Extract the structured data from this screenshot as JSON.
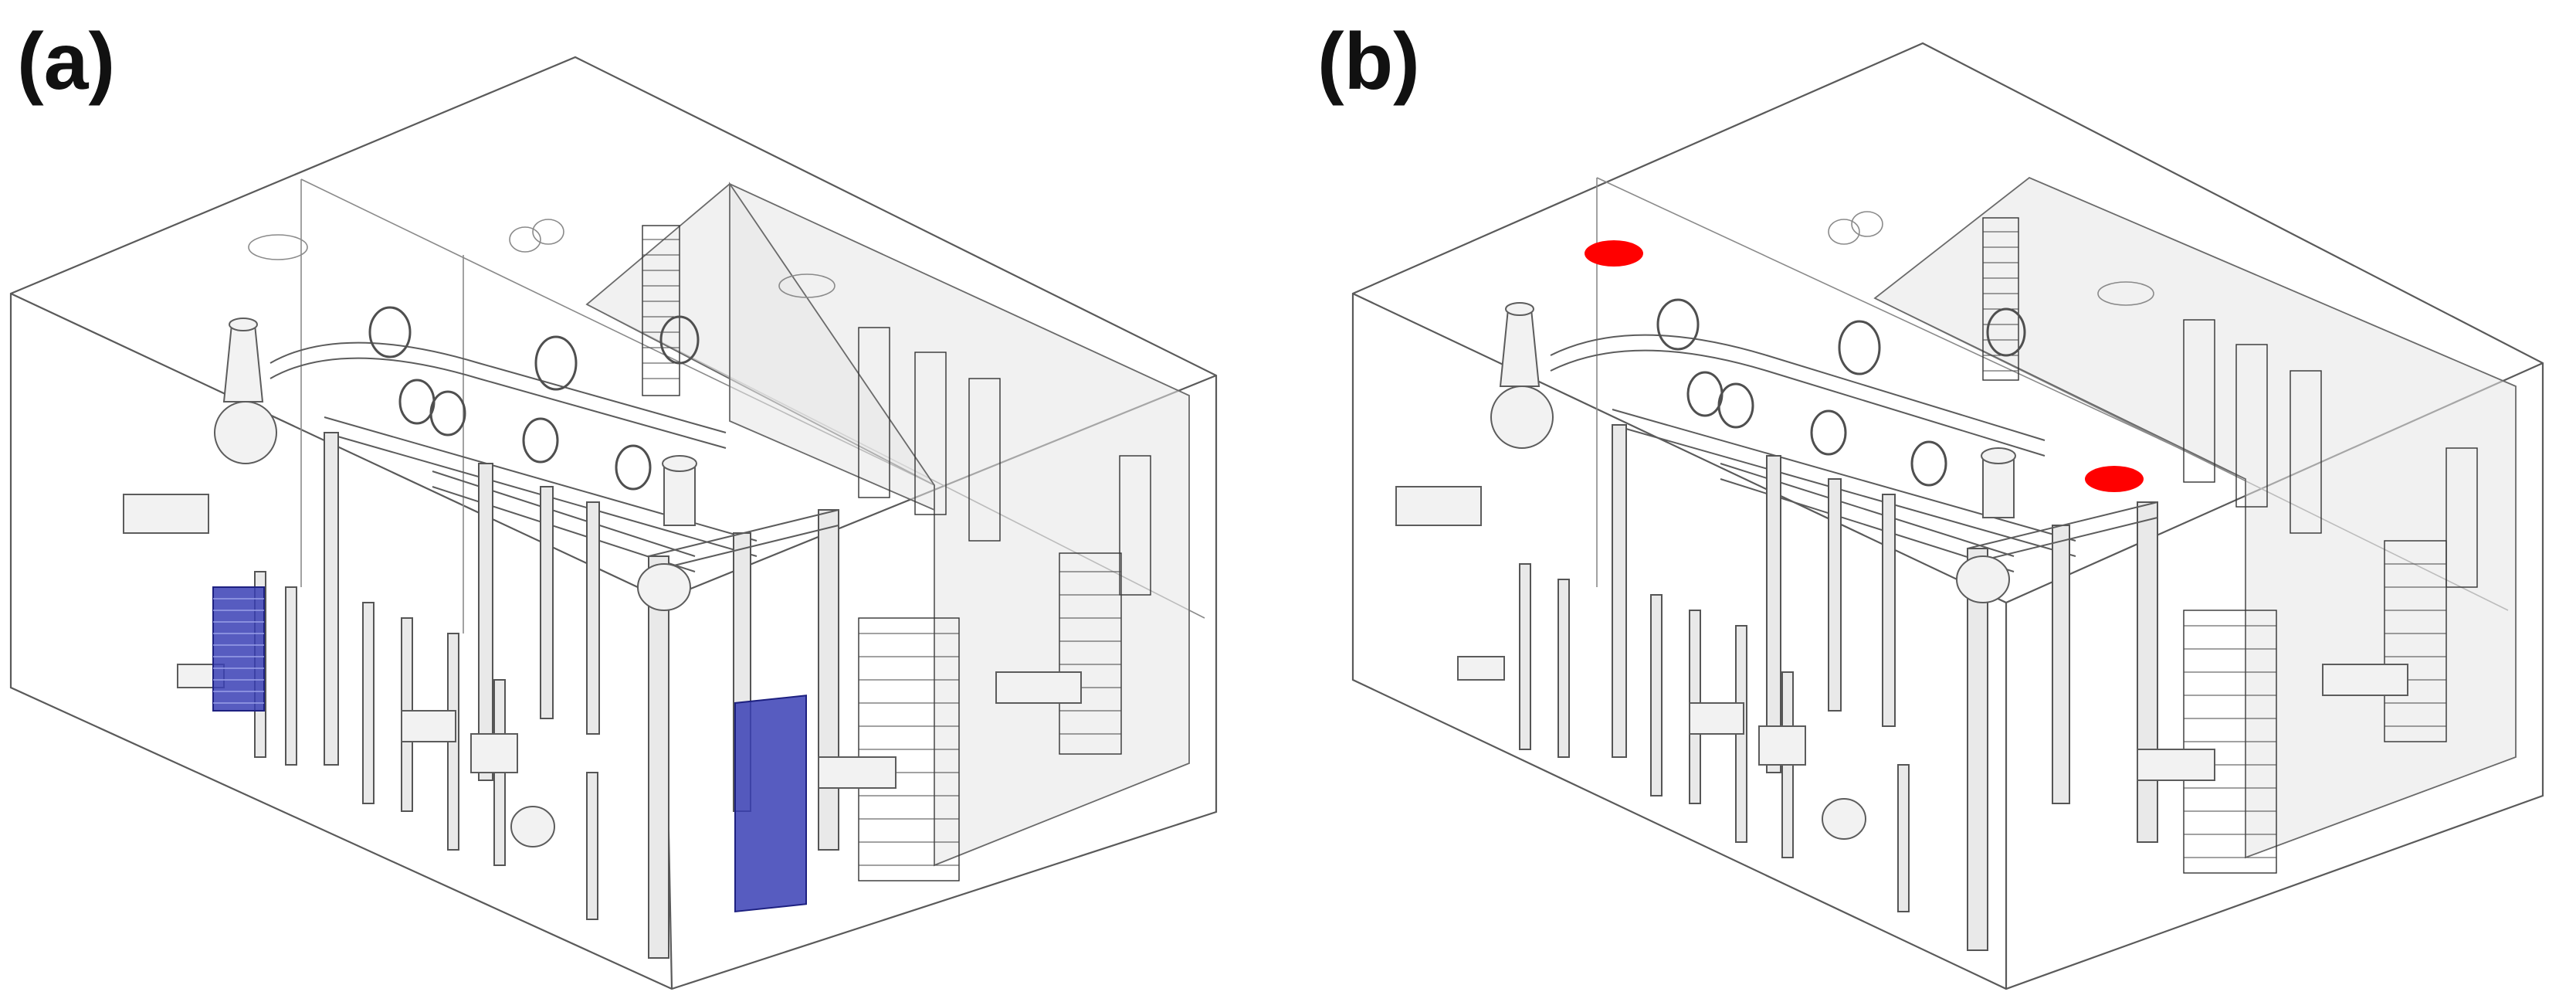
{
  "figure": {
    "panels": [
      {
        "label": "(a)",
        "highlight": {
          "kind": "inlet-vents",
          "color": "#3a3fb5"
        }
      },
      {
        "label": "(b)",
        "highlight": {
          "kind": "ceiling-outlets",
          "color": "#ff0000"
        }
      }
    ]
  }
}
